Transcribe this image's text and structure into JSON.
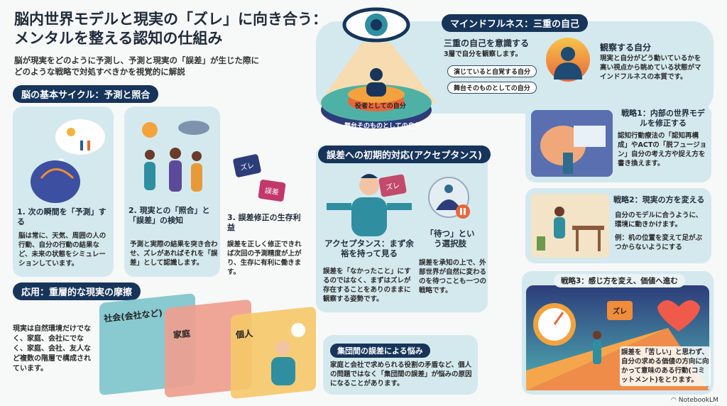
{
  "title": {
    "line1": "脳内世界モデルと現実の「ズレ」に向き合う：",
    "line2": "メンタルを整える認知の仕組み"
  },
  "subtitle": {
    "line1": "脳が現実をどのように予測し、予測と現実の「誤差」が生じた際に",
    "line2": "どのような戦略で対処すべきかを視覚的に解説"
  },
  "cycle": {
    "heading": "脳の基本サイクル：予測と照合",
    "steps": [
      {
        "title": "1. 次の瞬間を「予測」する",
        "body": "脳は常に、天気、周囲の人の行動、自分の行動の結果など、未来の状態をシミュレーションしています。"
      },
      {
        "title": "2. 現実との「照合」と「誤差」の検知",
        "body": "予測と実際の結果を突き合わせ、ズレがあればそれを「誤差」として認識します。"
      },
      {
        "title": "3. 誤差修正の生存利益",
        "body": "誤差を正しく修正できれば次回の予測精度が上がり、生存に有利に働きます。",
        "puzzle_labels": [
          "ズレ",
          "誤差"
        ]
      }
    ]
  },
  "application": {
    "heading": "応用：重層的な現実の摩擦",
    "body": "現実は自然環境だけでなく、家庭、会社にでなく、家庭、会社、友人など複数の階層で構成されています。",
    "layers": [
      "社会(会社など)",
      "家庭",
      "個人"
    ]
  },
  "mindfulness": {
    "heading": "マインドフルネス：三重の自己",
    "subtitle": "三重の自己を意識する",
    "note": "3層で自分を観察します。",
    "tags": [
      "演じていると自覚する自分",
      "舞台そのものとしての自分"
    ],
    "stage_labels": [
      "役者としての自分",
      "舞台そのものとしての自分"
    ],
    "observer": {
      "title": "観察する自分",
      "body": "現実と自分がどう動いているかを高い視点から眺めている状態がマインドフルネスの本質です。"
    }
  },
  "acceptance": {
    "heading": "誤差への初期的対応(アクセプタンス)",
    "puzzle_label": "ズレ",
    "items": [
      {
        "title": "アクセプタンス：まず余裕を持って見る",
        "body": "誤差を「なかったこと」にするのではなく、まずはズレが存在することをありのままに観察する姿勢です。"
      },
      {
        "title": "「待つ」という選択肢",
        "body": "誤差を承知の上で、外部世界が自然に変わるのを待つことも一つの戦略です。"
      }
    ]
  },
  "group": {
    "heading": "集団間の誤差による悩み",
    "body": "家庭と会社で求められる役割の矛盾など、個人の問題ではなく「集団間の誤差」が悩みの原因になることがあります。"
  },
  "strategies": [
    {
      "title": "戦略1：内部の世界モデルを修正する",
      "body": "認知行動療法の「認知再構成」やACTの「脱フュージョン」自分の考え方や捉え方を書き換えます。"
    },
    {
      "title": "戦略2：現実の方を変える",
      "body": "自分のモデルに合うように、環境に動きかけます。",
      "example": "例：机の位置を変えて足がぶつからないようにする"
    },
    {
      "title": "戦略3：感じ方を変え、価値へ進む",
      "puzzle_label": "ズレ",
      "body": "誤差を「苦しい」と思わず、自分の求める価値の方向に向かって意味のある行動(コミットメント)をとります。"
    }
  ],
  "brand": "NotebookLM"
}
